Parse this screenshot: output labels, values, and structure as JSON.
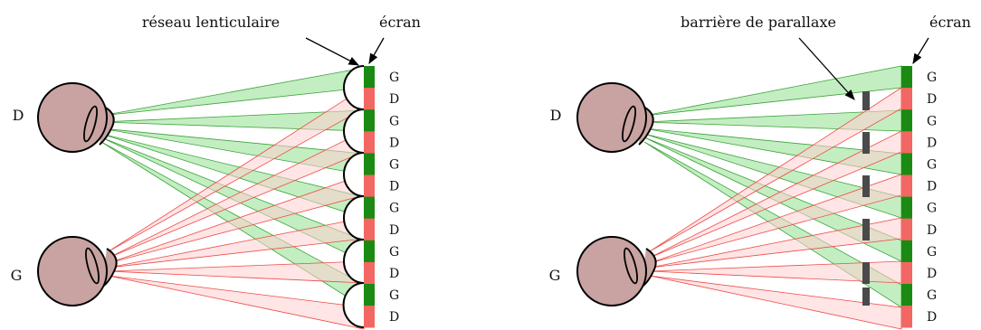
{
  "colors": {
    "head_fill": "#c9a3a1",
    "head_stroke": "#000000",
    "green_pixel": "#1a8a12",
    "red_pixel": "#f26763",
    "green_beam_fill": "#9be39a",
    "green_beam_stroke": "#3da23a",
    "red_beam_fill": "#ffcfcf",
    "red_beam_stroke": "#ee4b48",
    "barrier": "#4a4a4a"
  },
  "diagrams": [
    {
      "screen_label": "écran",
      "element_label": "réseau lenticulaire",
      "eye_top_label": "D",
      "eye_bottom_label": "G",
      "pixel_labels": [
        "G",
        "D",
        "G",
        "D",
        "G",
        "D",
        "G",
        "D",
        "G",
        "D",
        "G",
        "D"
      ]
    },
    {
      "screen_label": "écran",
      "element_label": "barrière de parallaxe",
      "eye_top_label": "D",
      "eye_bottom_label": "G",
      "pixel_labels": [
        "G",
        "D",
        "G",
        "D",
        "G",
        "D",
        "G",
        "D",
        "G",
        "D",
        "G",
        "D"
      ]
    }
  ]
}
